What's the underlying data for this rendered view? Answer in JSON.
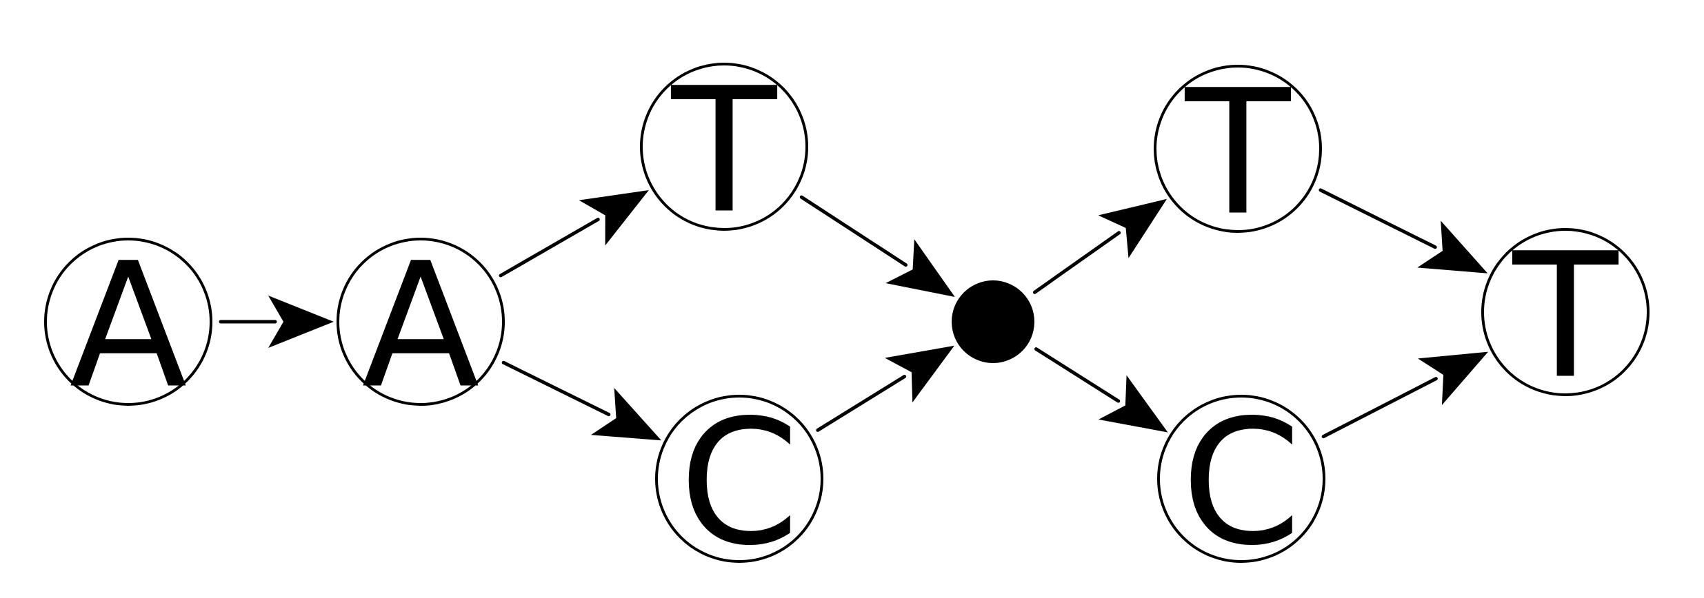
{
  "diagram": {
    "colors": {
      "stroke": "#000000",
      "fill": "#ffffff"
    },
    "nodes": [
      {
        "id": "n1",
        "label": "A"
      },
      {
        "id": "n2",
        "label": "A"
      },
      {
        "id": "n3",
        "label": "T"
      },
      {
        "id": "n4",
        "label": "C"
      },
      {
        "id": "n5",
        "label": ""
      },
      {
        "id": "n6",
        "label": "T"
      },
      {
        "id": "n7",
        "label": "C"
      },
      {
        "id": "n8",
        "label": "T"
      }
    ],
    "edges": [
      {
        "from": "n1",
        "to": "n2"
      },
      {
        "from": "n2",
        "to": "n3"
      },
      {
        "from": "n2",
        "to": "n4"
      },
      {
        "from": "n3",
        "to": "n5"
      },
      {
        "from": "n4",
        "to": "n5"
      },
      {
        "from": "n5",
        "to": "n6"
      },
      {
        "from": "n5",
        "to": "n7"
      },
      {
        "from": "n6",
        "to": "n8"
      },
      {
        "from": "n7",
        "to": "n8"
      }
    ]
  }
}
